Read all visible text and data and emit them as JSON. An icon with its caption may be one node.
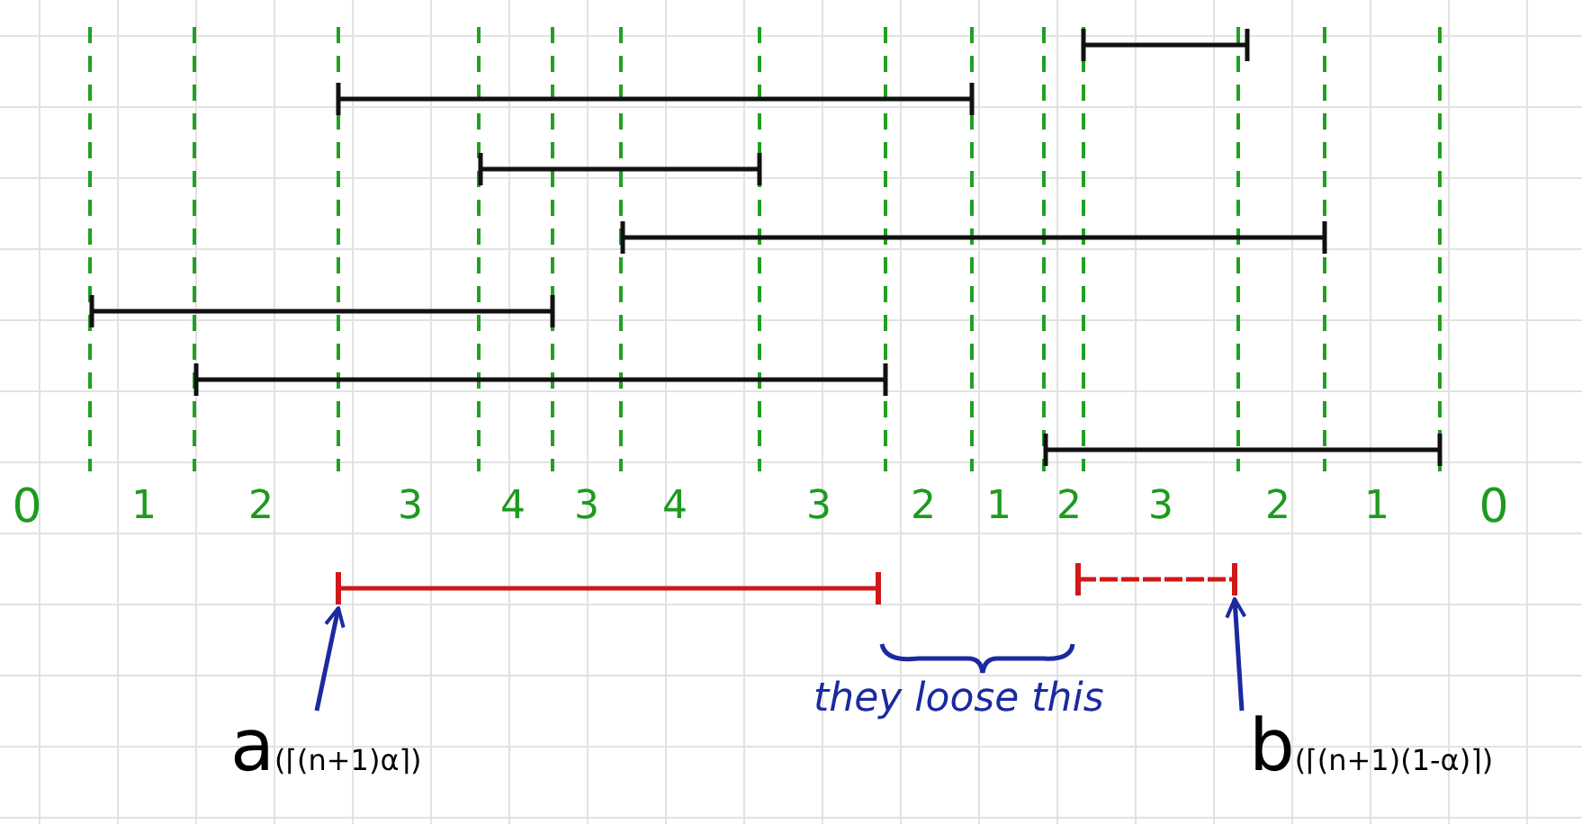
{
  "diagram": {
    "nodes": [
      {
        "text": [],
        "shape": "bar"
      },
      {
        "text": [],
        "shape": "bar"
      },
      {
        "text": [
          "a$_{(⌈(n+1)α⌉)}$"
        ]
      },
      {
        "text": [
          "b$_{(⌈(n+1)(1-α)⌉)}$"
        ]
      }
    ],
    "edges": [
      {
        "from": 2,
        "to": 0,
        "arrow": "to"
      },
      {
        "from": 3,
        "to": 1,
        "arrow": "to"
      }
    ],
    "labels": [
      "0",
      "1",
      "2",
      "3",
      "4",
      "3",
      "4",
      "3",
      "2",
      "1",
      "2",
      "3",
      "2",
      "1",
      "0",
      "they loose this"
    ]
  }
}
